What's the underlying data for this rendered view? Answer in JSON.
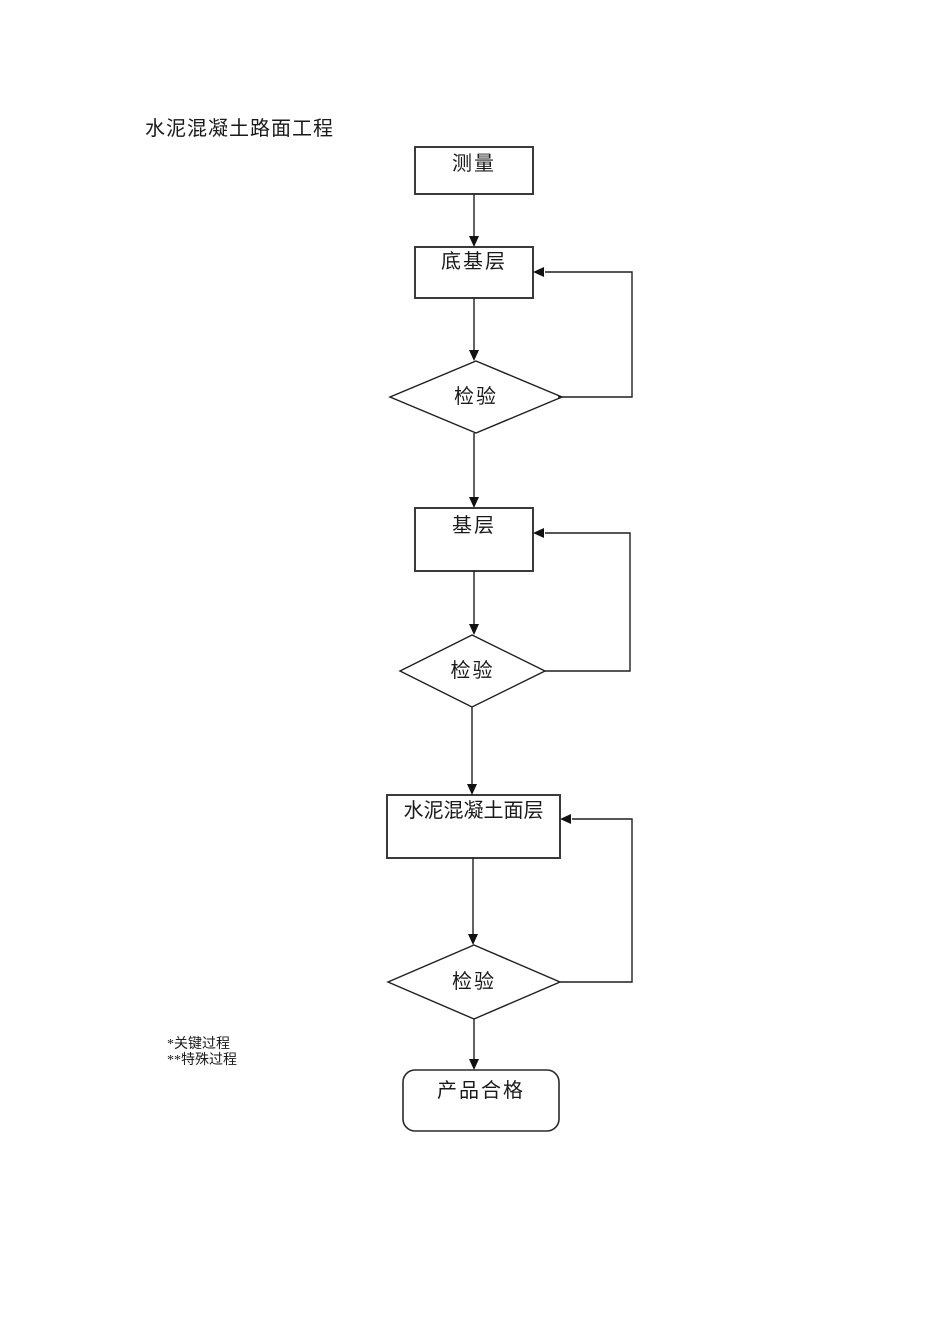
{
  "title": "水泥混凝土路面工程",
  "flowchart": {
    "nodes": [
      {
        "id": "measure",
        "type": "process",
        "label": "测量"
      },
      {
        "id": "subbase",
        "type": "process",
        "label": "底基层"
      },
      {
        "id": "inspect-1",
        "type": "decision",
        "label": "检验"
      },
      {
        "id": "base",
        "type": "process",
        "label": "基层"
      },
      {
        "id": "inspect-2",
        "type": "decision",
        "label": "检验"
      },
      {
        "id": "concrete-surface",
        "type": "process",
        "label": "水泥混凝土面层"
      },
      {
        "id": "inspect-3",
        "type": "decision",
        "label": "检验"
      },
      {
        "id": "product-qualified",
        "type": "terminator",
        "label": "产品合格"
      }
    ],
    "edges": [
      {
        "from": "measure",
        "to": "subbase"
      },
      {
        "from": "subbase",
        "to": "inspect-1"
      },
      {
        "from": "inspect-1",
        "to": "base"
      },
      {
        "from": "inspect-1",
        "to": "subbase",
        "kind": "rework-loop"
      },
      {
        "from": "base",
        "to": "inspect-2"
      },
      {
        "from": "inspect-2",
        "to": "concrete-surface"
      },
      {
        "from": "inspect-2",
        "to": "base",
        "kind": "rework-loop"
      },
      {
        "from": "concrete-surface",
        "to": "inspect-3"
      },
      {
        "from": "inspect-3",
        "to": "product-qualified"
      },
      {
        "from": "inspect-3",
        "to": "concrete-surface",
        "kind": "rework-loop"
      }
    ]
  },
  "legend": {
    "line1": "*关键过程",
    "line2": "**特殊过程"
  },
  "colors": {
    "background": "#ffffff",
    "box_stroke": "#3a3a3a",
    "line_stroke": "#1f1f1f",
    "text": "#1a1a1a"
  }
}
